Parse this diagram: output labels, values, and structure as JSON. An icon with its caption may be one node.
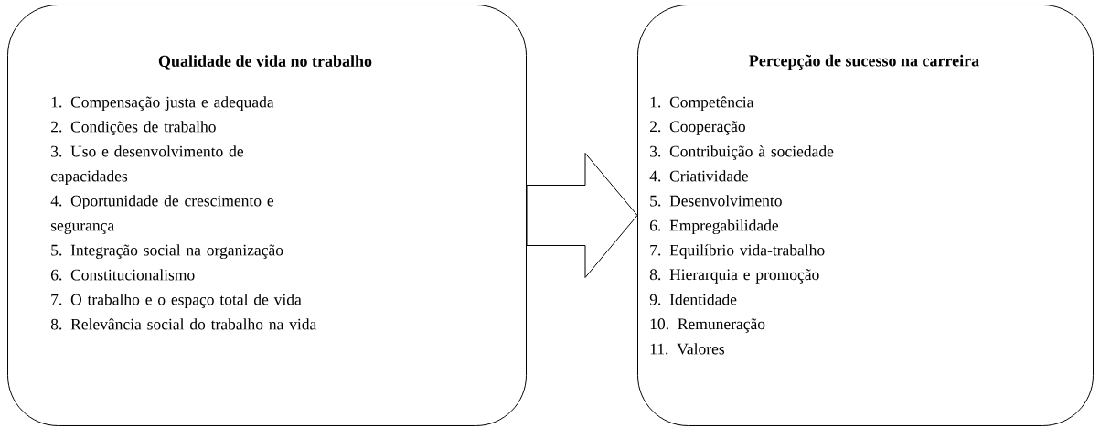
{
  "diagram": {
    "nodes": [
      {
        "text": [
          "Qualidade de vida no trabalho",
          "1. Compensação justa e adequada",
          "2. Condições de trabalho",
          "3. Uso e desenvolvimento de capacidades",
          "4. Oportunidade de crescimento e segurança",
          "5. Integração social na organização",
          "6. Constitucionalismo",
          "7. O trabalho e o espaço total de vida",
          "8. Relevância social do trabalho na vida"
        ]
      },
      {
        "text": [
          "Percepção de sucesso na carreira",
          "1. Competência",
          "2. Cooperação",
          "3. Contribuição à sociedade",
          "4. Criatividade",
          "5. Desenvolvimento",
          "6. Empregabilidade",
          "7. Equilíbrio vida-trabalho",
          "8. Hierarquia e promoção",
          "9. Identidade",
          "10. Remuneração",
          "11. Valores"
        ]
      }
    ],
    "edges": [
      {
        "from": 0,
        "to": 1,
        "arrow": "to"
      }
    ]
  }
}
